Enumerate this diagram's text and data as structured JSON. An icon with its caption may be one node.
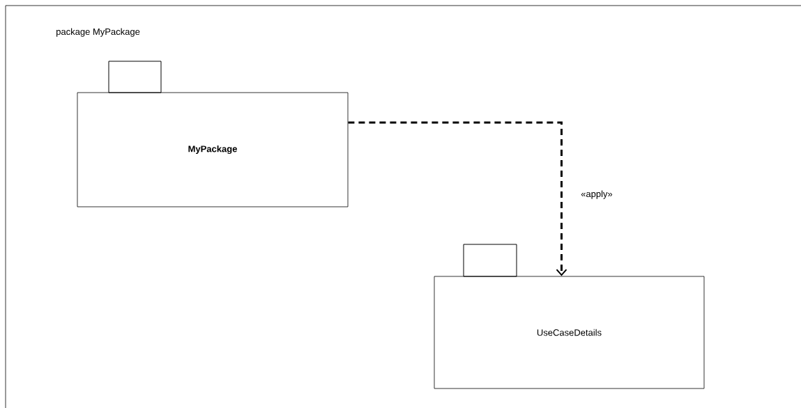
{
  "diagram": {
    "nodes": [
      {
        "text": [
          "package MyPackage"
        ]
      },
      {
        "text": [
          "MyPackage"
        ],
        "in": 0
      },
      {
        "text": [
          "UseCaseDetails"
        ],
        "in": 0
      }
    ],
    "edges": [
      {
        "from": 1,
        "to": 2,
        "arrow": "to",
        "style": "dashed",
        "label": "«apply»"
      }
    ]
  }
}
